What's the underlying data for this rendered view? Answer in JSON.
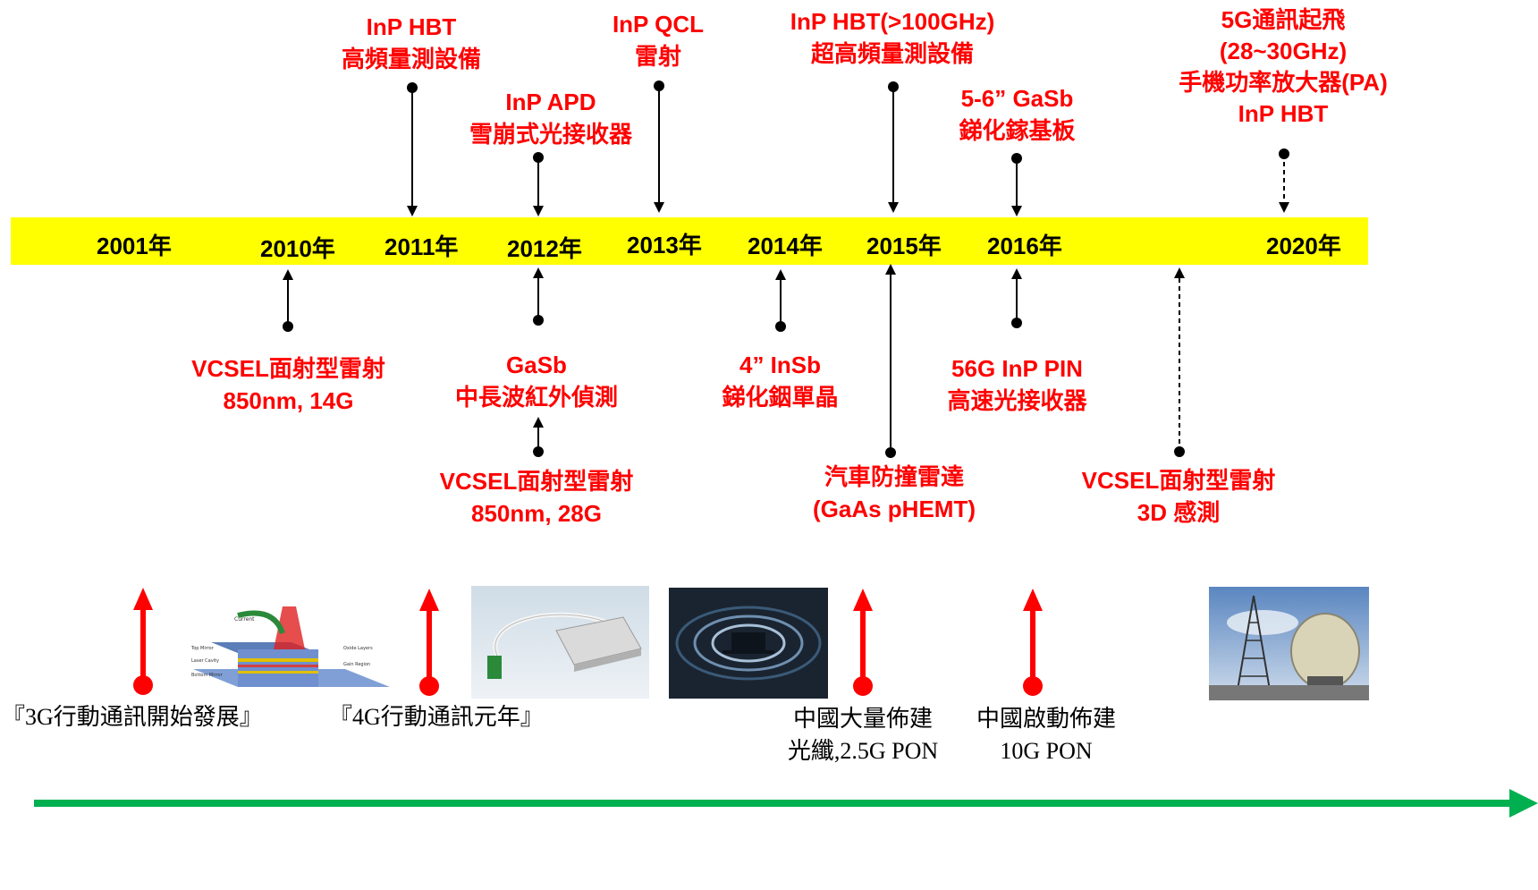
{
  "timeline": {
    "years": [
      "2001年",
      "2010年",
      "2011年",
      "2012年",
      "2013年",
      "2014年",
      "2015年",
      "2016年",
      "2020年"
    ]
  },
  "events_above": [
    {
      "lines": [
        "InP HBT",
        "高頻量測設備"
      ]
    },
    {
      "lines": [
        "InP  APD",
        "雪崩式光接收器"
      ]
    },
    {
      "lines": [
        "InP QCL",
        "雷射"
      ]
    },
    {
      "lines": [
        "InP HBT(>100GHz)",
        "超高頻量測設備"
      ]
    },
    {
      "lines": [
        "5-6” GaSb",
        "銻化鎵基板"
      ]
    },
    {
      "lines": [
        "5G通訊起飛",
        "(28~30GHz)",
        "手機功率放大器(PA)",
        "InP HBT"
      ]
    }
  ],
  "events_below": [
    {
      "lines": [
        "VCSEL面射型雷射",
        "850nm, 14G"
      ]
    },
    {
      "lines": [
        "GaSb",
        "中長波紅外偵測"
      ]
    },
    {
      "lines": [
        "VCSEL面射型雷射",
        "850nm, 28G"
      ]
    },
    {
      "lines": [
        "4” InSb",
        "銻化銦單晶"
      ]
    },
    {
      "lines": [
        "汽車防撞雷達",
        "(GaAs pHEMT)"
      ]
    },
    {
      "lines": [
        "56G InP  PIN",
        "高速光接收器"
      ]
    },
    {
      "lines": [
        "VCSEL面射型雷射",
        "3D 感測"
      ]
    }
  ],
  "milestones": [
    {
      "lines": [
        "『3G行動通訊開始發展』"
      ]
    },
    {
      "lines": [
        "『4G行動通訊元年』"
      ]
    },
    {
      "lines": [
        "中國大量佈建",
        "光纖,2.5G PON"
      ]
    },
    {
      "lines": [
        "中國啟動佈建",
        "10G PON"
      ]
    }
  ],
  "colors": {
    "band": "#ffff00",
    "event_text": "#ff0000",
    "milestone_arrow": "#ff0000",
    "time_arrow": "#00b050"
  },
  "images": [
    "vcsel-diagram-image",
    "fiber-optic-module-image",
    "infrared-thermal-image",
    "telecom-tower-image"
  ]
}
